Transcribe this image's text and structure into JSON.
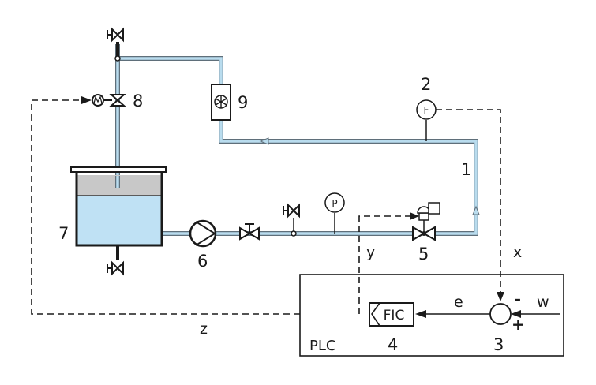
{
  "labels": {
    "pipe": "1",
    "flow_meter": "2",
    "comparator": "3",
    "controller": "4",
    "control_valve": "5",
    "pump": "6",
    "tank": "7",
    "motor_valve": "8",
    "flow_indicator": "9"
  },
  "instruments": {
    "flow_symbol": "F",
    "pressure_symbol": "P",
    "controller_tag": "FIC"
  },
  "signals": {
    "x": "x",
    "y": "y",
    "z": "z",
    "e": "e",
    "w": "w",
    "minus": "-",
    "plus": "+"
  },
  "plc_label": "PLC",
  "colors": {
    "pipe_fill": "#b9dcee",
    "pipe_edge": "#5f6f7a",
    "water": "#bfe1f4",
    "tank_air": "#c8c8c8",
    "line": "#1a1a1a"
  }
}
